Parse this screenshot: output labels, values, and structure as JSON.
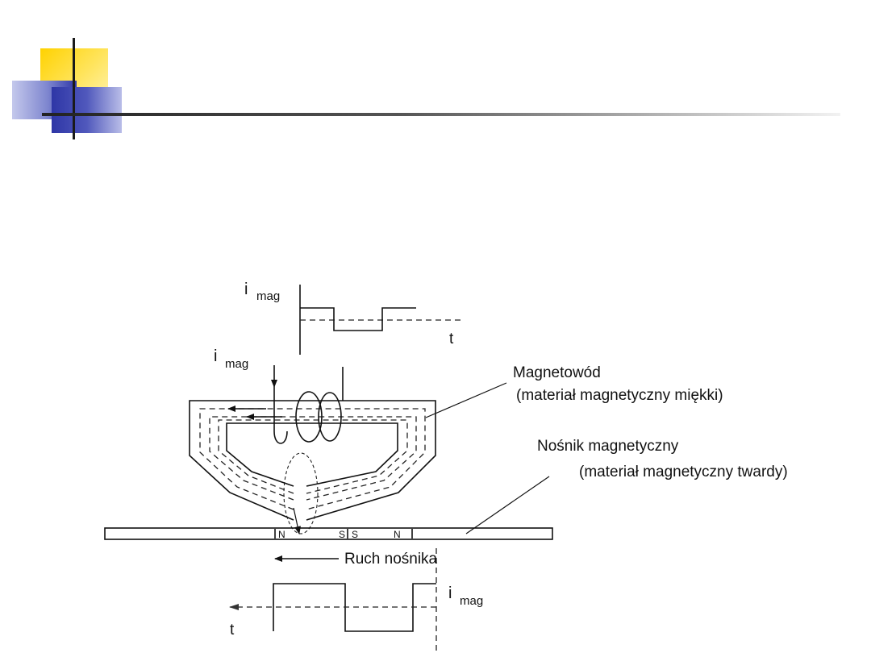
{
  "diagram": {
    "top_waveform": {
      "current_label": "i",
      "current_sub": "mag",
      "time_label": "t"
    },
    "coil_current": {
      "label": "i",
      "sub": "mag"
    },
    "core": {
      "label": "Magnetowód",
      "sublabel": "(materiał magnetyczny miękki)"
    },
    "medium": {
      "label": "Nośnik magnetyczny",
      "sublabel": "(materiał magnetyczny twardy)",
      "poles": [
        "N",
        "S",
        "S",
        "N"
      ]
    },
    "motion_label": "Ruch nośnika",
    "bottom_waveform": {
      "current_label": "i",
      "current_sub": "mag",
      "time_label": "t"
    }
  }
}
